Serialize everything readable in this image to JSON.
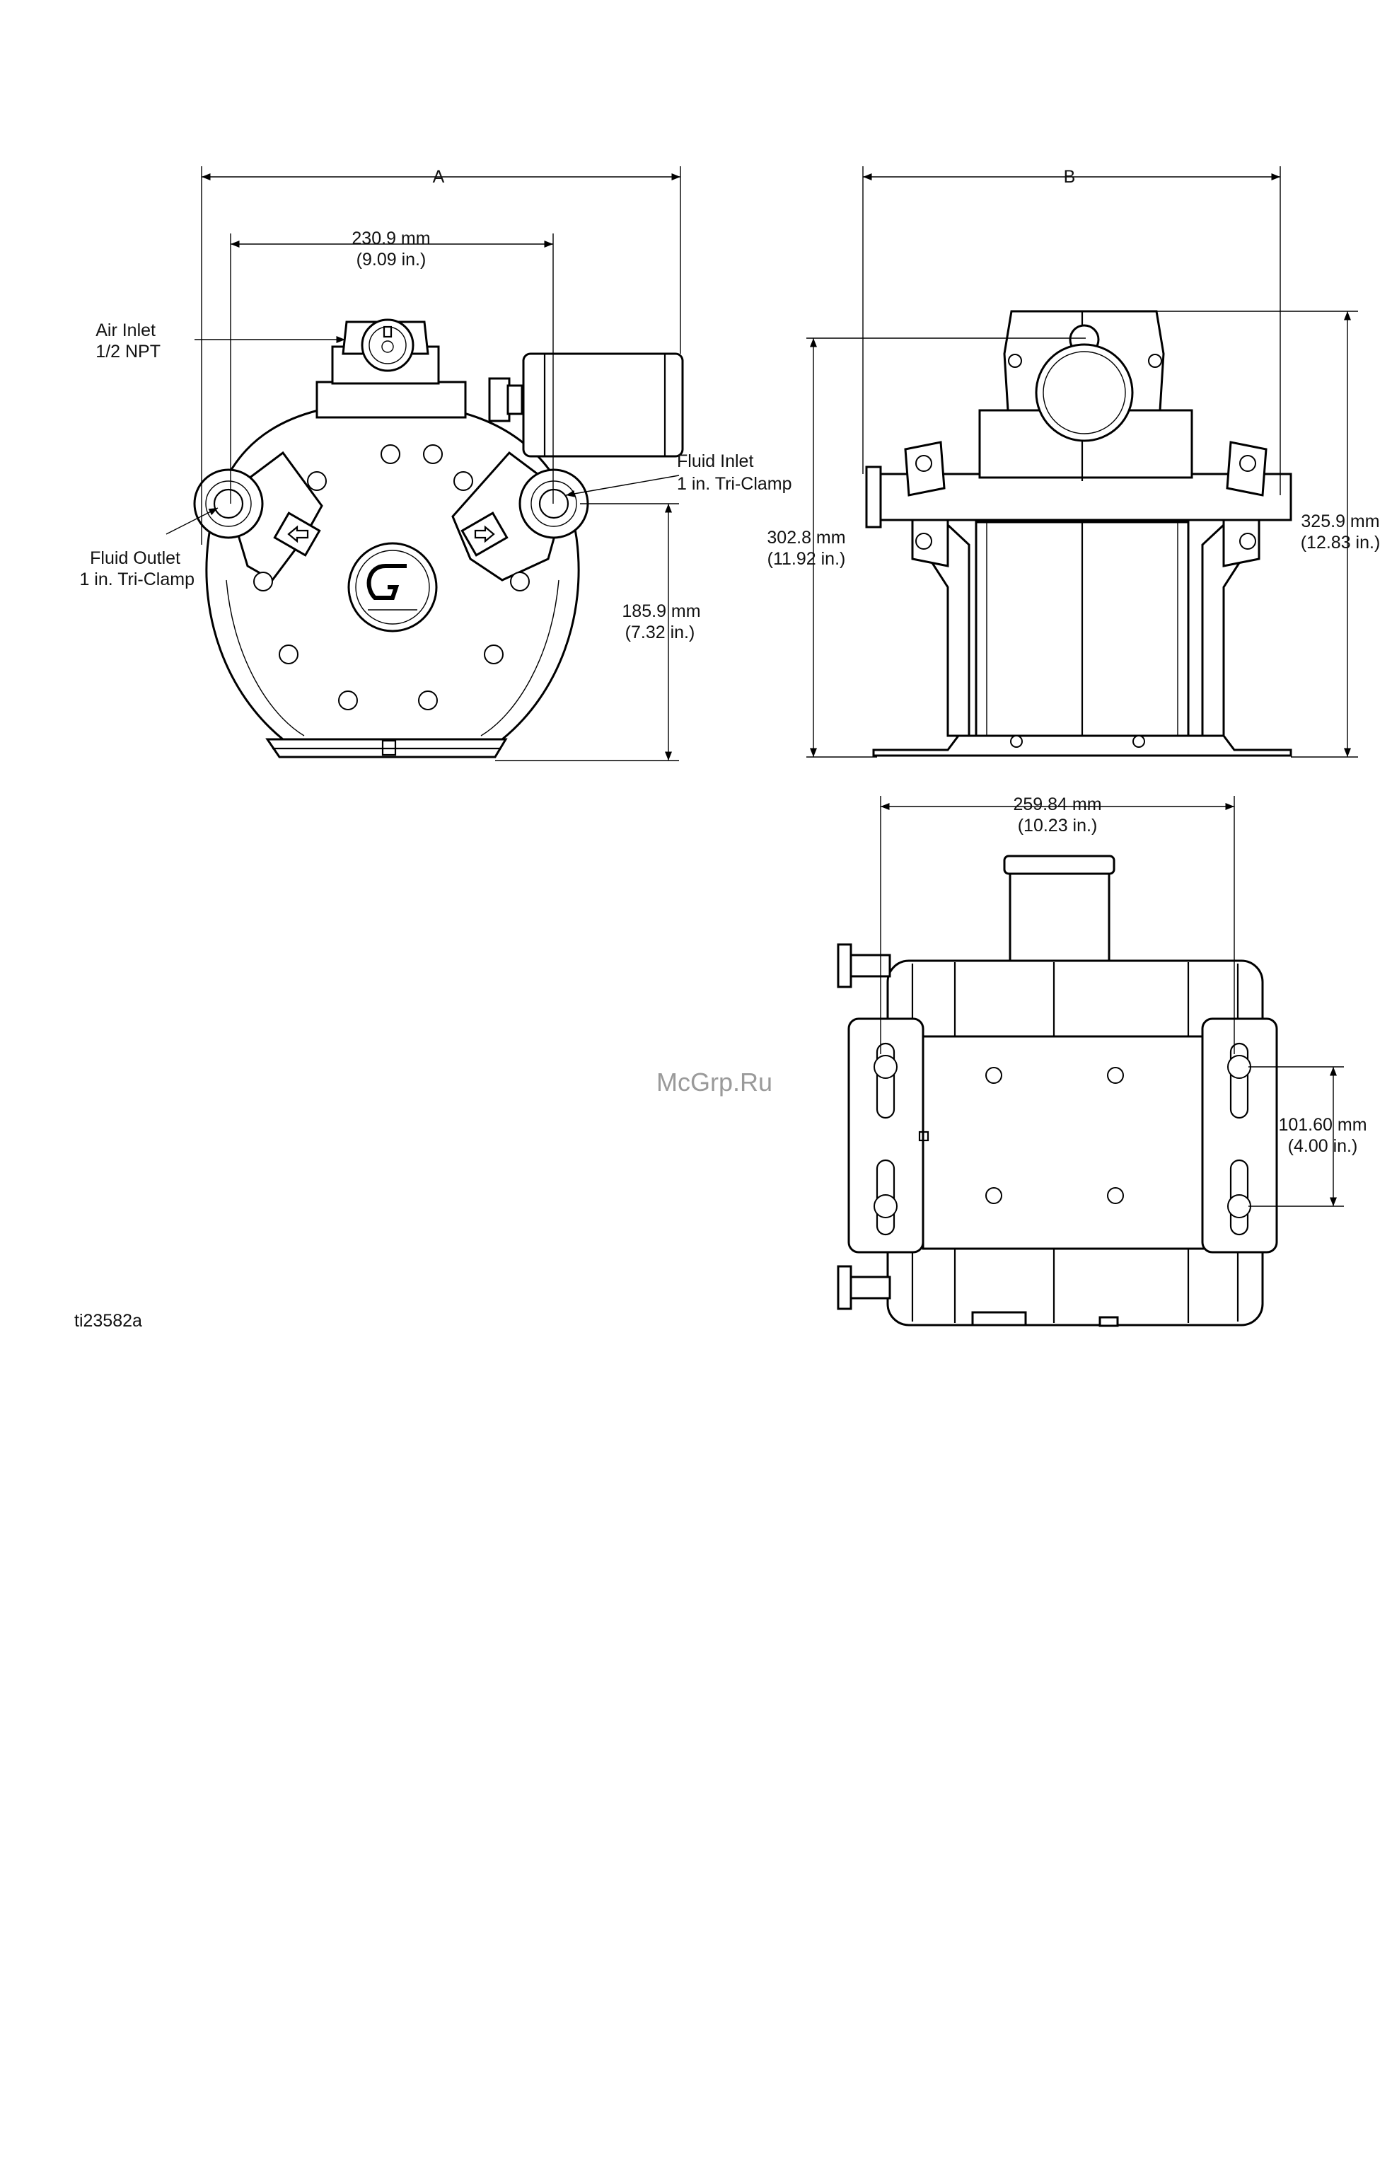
{
  "labels": {
    "dim_a": "A",
    "dim_b": "B",
    "width_mm": "230.9 mm",
    "width_in": "(9.09 in.)",
    "air_inlet_1": "Air Inlet",
    "air_inlet_2": "1/2 NPT",
    "fluid_inlet_1": "Fluid Inlet",
    "fluid_inlet_2": "1 in. Tri-Clamp",
    "fluid_outlet_1": "Fluid Outlet",
    "fluid_outlet_2": "1 in. Tri-Clamp",
    "height_inlet_mm": "185.9 mm",
    "height_inlet_in": "(7.32 in.)",
    "height_a_mm": "302.8 mm",
    "height_a_in": "(11.92 in.)",
    "height_b_mm": "325.9 mm",
    "height_b_in": "(12.83 in.)",
    "mount_width_mm": "259.84 mm",
    "mount_width_in": "(10.23 in.)",
    "mount_hole_mm": "101.60 mm",
    "mount_hole_in": "(4.00 in.)",
    "figure_id": "ti23582a"
  },
  "watermark": "McGrp.Ru"
}
